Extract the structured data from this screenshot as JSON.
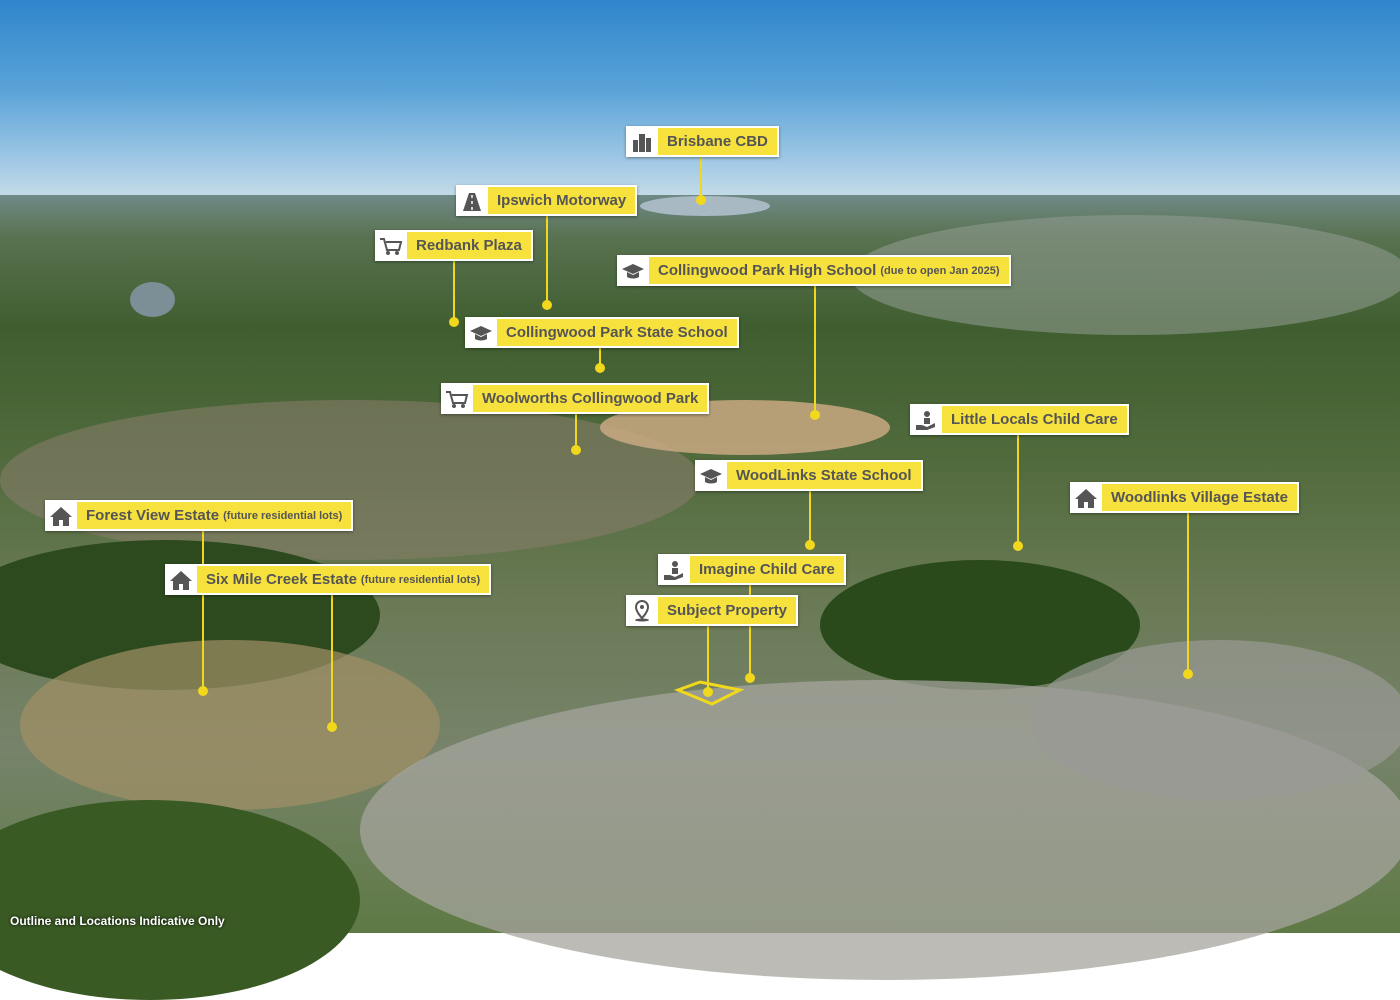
{
  "labels": [
    {
      "icon": "city-icon",
      "text": "Brisbane CBD"
    },
    {
      "icon": "motorway-icon",
      "text": "Ipswich Motorway"
    },
    {
      "icon": "shopping-cart-icon",
      "text": "Redbank Plaza"
    },
    {
      "icon": "graduation-cap-icon",
      "text": "Collingwood Park High School",
      "note": "(due to open Jan 2025)"
    },
    {
      "icon": "graduation-cap-icon",
      "text": "Collingwood Park State School"
    },
    {
      "icon": "shopping-cart-icon",
      "text": "Woolworths Collingwood Park"
    },
    {
      "icon": "child-care-icon",
      "text": "Little Locals Child Care"
    },
    {
      "icon": "graduation-cap-icon",
      "text": "WoodLinks State School"
    },
    {
      "icon": "house-icon",
      "text": "Woodlinks Village Estate"
    },
    {
      "icon": "house-icon",
      "text": "Forest View Estate",
      "note": "(future residential lots)"
    },
    {
      "icon": "house-icon",
      "text": "Six Mile Creek Estate",
      "note": "(future residential lots)"
    },
    {
      "icon": "child-care-icon",
      "text": "Imagine Child Care"
    },
    {
      "icon": "location-pin-icon",
      "text": "Subject Property"
    }
  ],
  "footer": "Outline and Locations Indicative Only",
  "colors": {
    "label_bg": "#f7e13c",
    "label_text": "#555555",
    "marker": "#f2d81c"
  }
}
